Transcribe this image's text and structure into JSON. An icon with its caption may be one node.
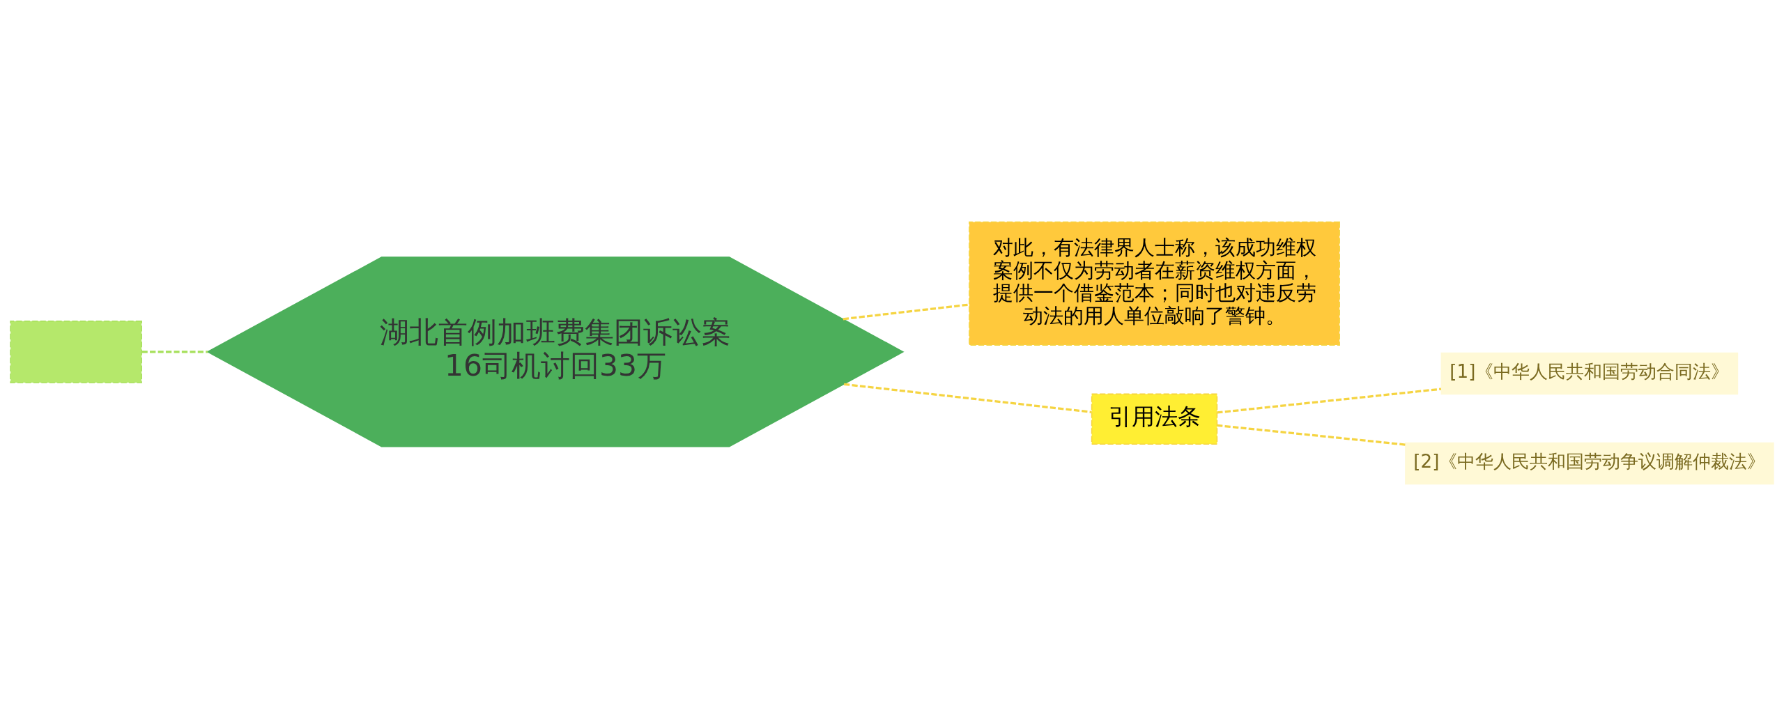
{
  "diagram": {
    "nodes": [
      {
        "text": [],
        "shape": "box"
      },
      {
        "text": [
          "湖北首例加班费集团诉讼案 16司机讨回33万"
        ]
      },
      {
        "text": [
          "对此，有法律界人士称，该成功维权案例不仅为劳动者在薪资维权方面，提供一个借鉴范本；同时也对违反劳动法的用人单位敲响了警钟。"
        ]
      },
      {
        "text": [
          "引用法条"
        ]
      },
      {
        "text": [
          "[1]《中华人民共和国劳动合同法》"
        ]
      },
      {
        "text": [
          "[2]《中华人民共和国劳动争议调解仲裁法》"
        ]
      }
    ],
    "edges": [
      {
        "from": 0,
        "to": 1,
        "arrow": "none",
        "style": "dashed",
        "color": "#a6e05a"
      },
      {
        "from": 1,
        "to": 2,
        "arrow": "none",
        "style": "dashed"
      },
      {
        "from": 1,
        "to": 3,
        "arrow": "none",
        "style": "dashed"
      },
      {
        "from": 3,
        "to": 4,
        "arrow": "none",
        "style": "dashed"
      },
      {
        "from": 3,
        "to": 5,
        "arrow": "none",
        "style": "dashed"
      }
    ]
  }
}
